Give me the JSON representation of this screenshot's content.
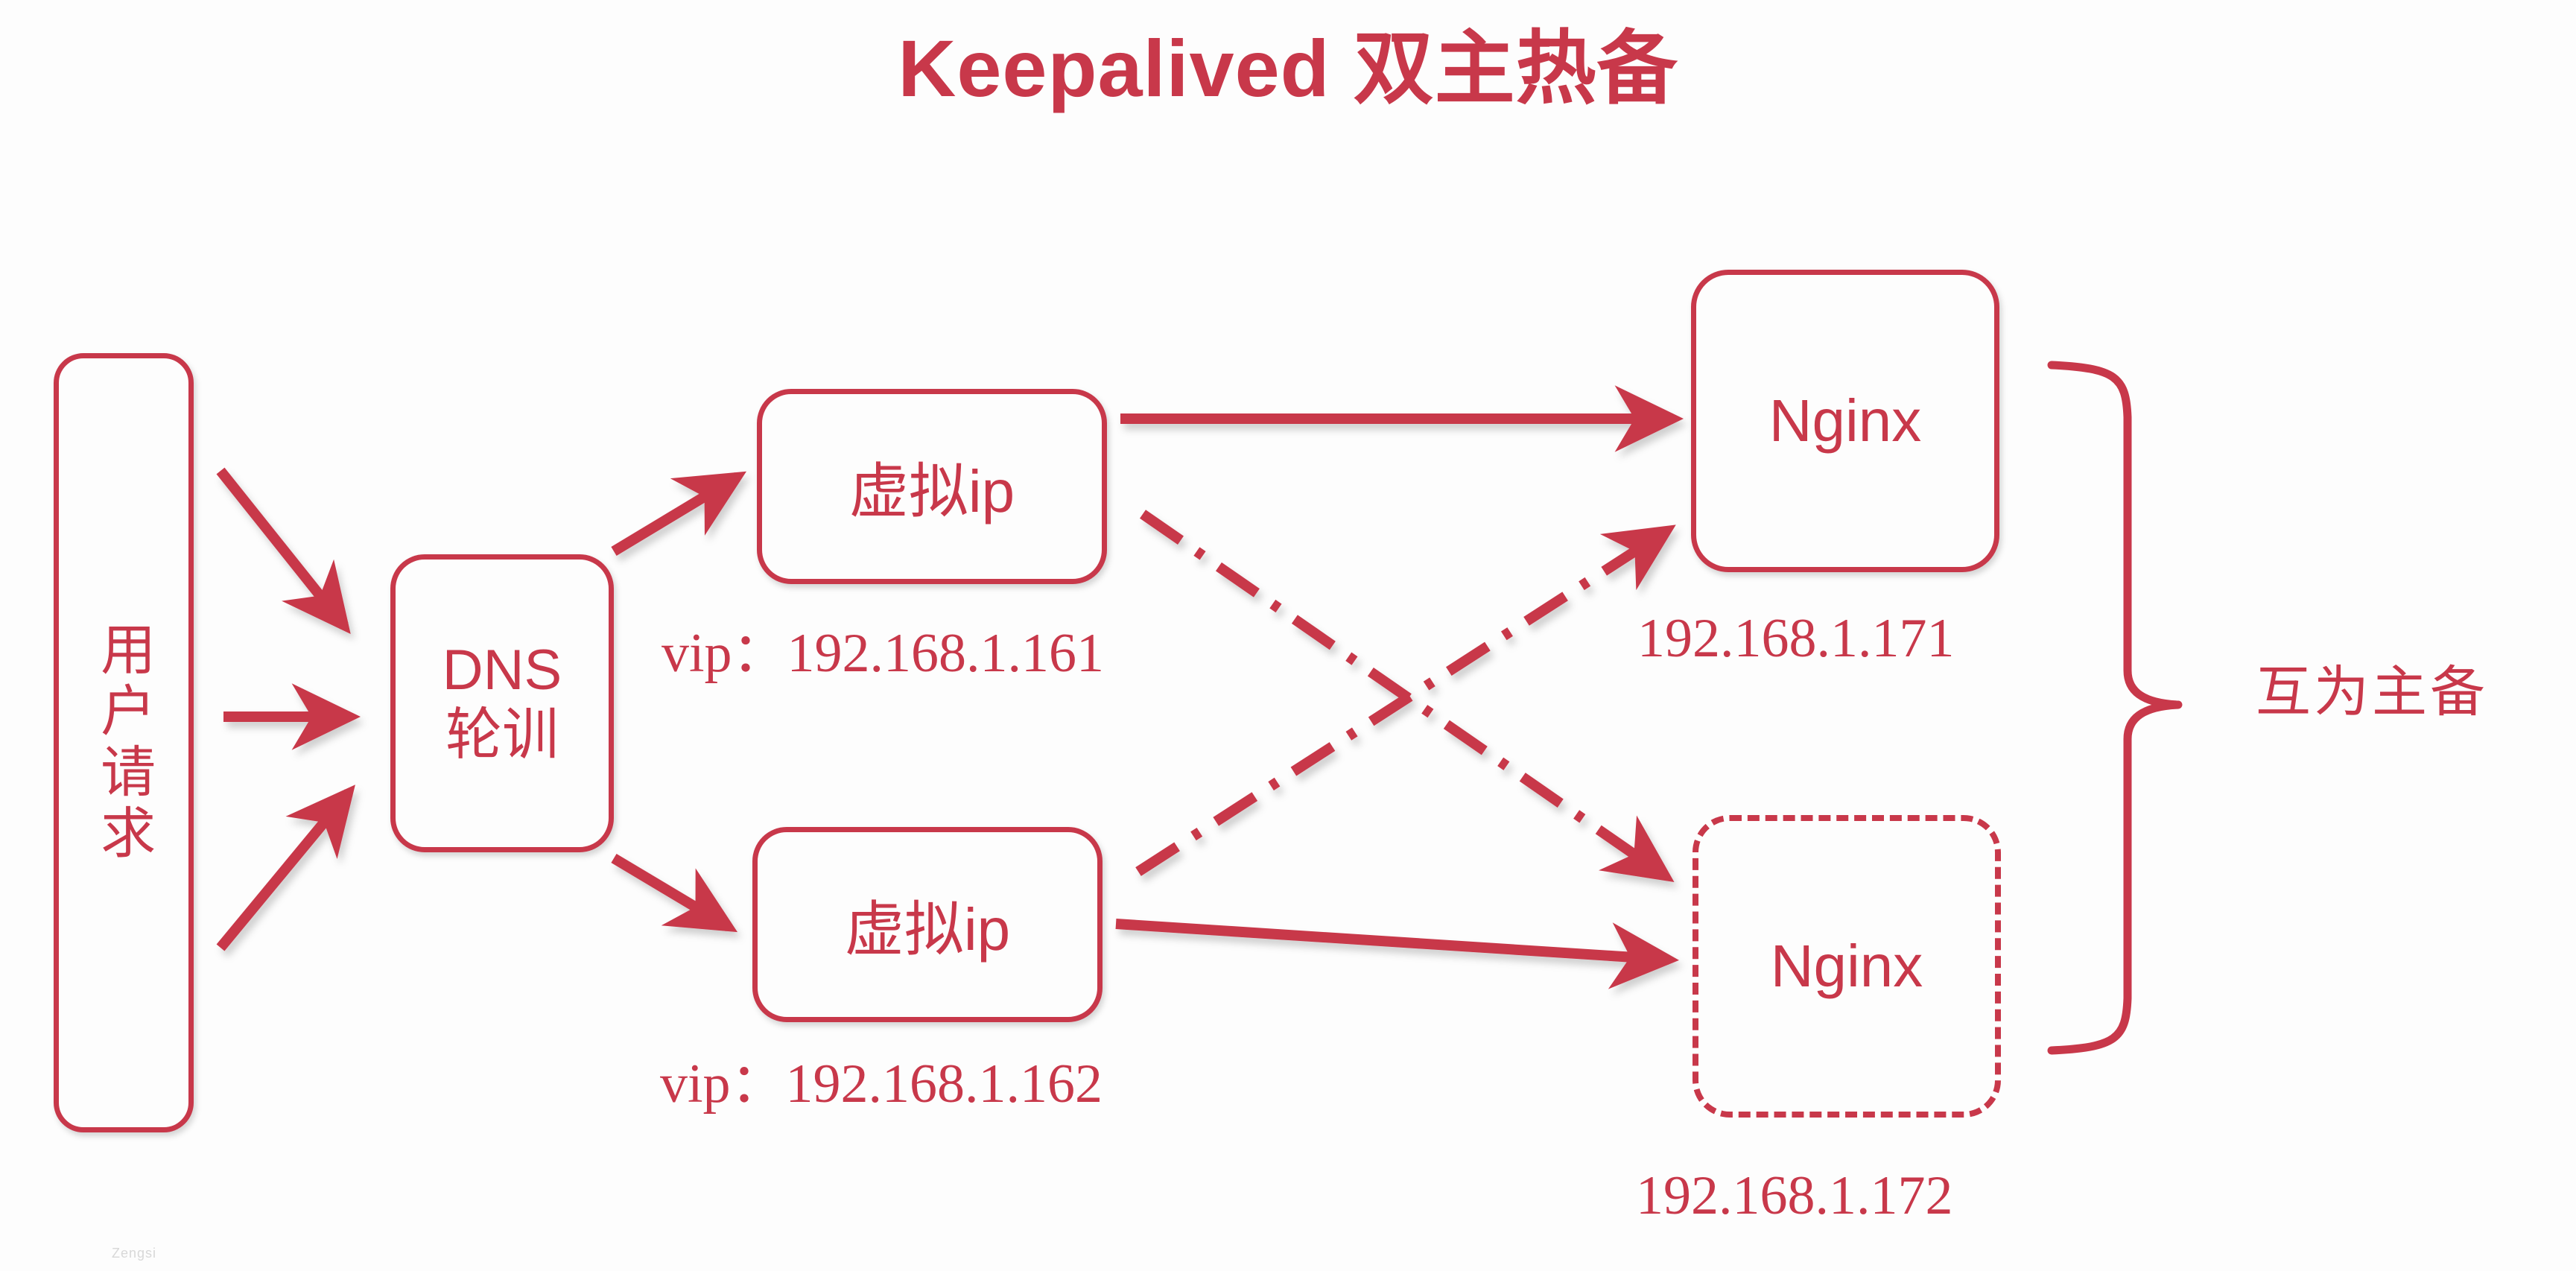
{
  "title": "Keepalived 双主热备",
  "colors": {
    "accent": "#C8384A",
    "background": "#fdfdfd",
    "watermark": "#d8d8d8"
  },
  "nodes": {
    "user": {
      "label": "用户请求"
    },
    "dns": {
      "line1": "DNS",
      "line2": "轮训"
    },
    "vip1": {
      "label": "虚拟ip"
    },
    "vip2": {
      "label": "虚拟ip"
    },
    "nginx1": {
      "label": "Nginx",
      "border": "solid"
    },
    "nginx2": {
      "label": "Nginx",
      "border": "dash-dot"
    }
  },
  "labels": {
    "vip1_ip": "vip：192.168.1.161",
    "vip2_ip": "vip：192.168.1.162",
    "nginx1_ip": "192.168.1.171",
    "nginx2_ip": "192.168.1.172",
    "pair": "互为主备"
  },
  "watermark": "Zengsi",
  "edges": [
    {
      "from": "user",
      "to": "dns",
      "style": "solid",
      "direction": "down-right"
    },
    {
      "from": "user",
      "to": "dns",
      "style": "solid",
      "direction": "right"
    },
    {
      "from": "user",
      "to": "dns",
      "style": "solid",
      "direction": "up-right"
    },
    {
      "from": "dns",
      "to": "vip1",
      "style": "solid",
      "direction": "up-right"
    },
    {
      "from": "dns",
      "to": "vip2",
      "style": "solid",
      "direction": "down-right"
    },
    {
      "from": "vip1",
      "to": "nginx1",
      "style": "solid",
      "direction": "right"
    },
    {
      "from": "vip2",
      "to": "nginx2",
      "style": "solid",
      "direction": "right"
    },
    {
      "from": "vip1",
      "to": "nginx2",
      "style": "dash-dot",
      "direction": "down-right"
    },
    {
      "from": "vip2",
      "to": "nginx1",
      "style": "dash-dot",
      "direction": "up-right"
    }
  ]
}
